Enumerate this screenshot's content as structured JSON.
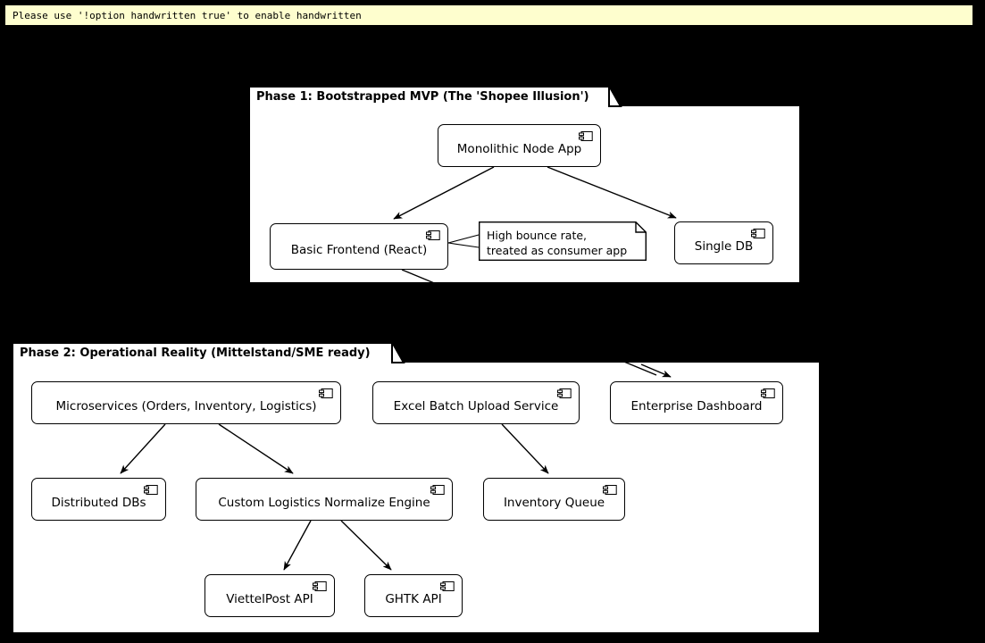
{
  "banner": {
    "text": "Please use '!option handwritten true' to enable handwritten",
    "bg_color": "#FEFECE",
    "border_color": "#000000"
  },
  "diagram": {
    "type": "uml-component-diagram",
    "background_color": "#000000",
    "node_fill": "#FFFFFF",
    "line_color": "#000000",
    "packages": [
      {
        "id": "phase1",
        "title": "Phase 1: Bootstrapped MVP (The 'Shopee Illusion')",
        "components": [
          {
            "id": "monolith",
            "label": "Monolithic Node App"
          },
          {
            "id": "frontend",
            "label": "Basic Frontend (React)"
          },
          {
            "id": "singledb",
            "label": "Single DB"
          }
        ],
        "notes": [
          {
            "id": "bounce-note",
            "line1": "High bounce rate,",
            "line2": "treated as consumer app",
            "attached_to": "frontend"
          }
        ]
      },
      {
        "id": "phase2",
        "title": "Phase 2: Operational Reality (Mittelstand/SME ready)",
        "components": [
          {
            "id": "microservices",
            "label": "Microservices (Orders, Inventory, Logistics)"
          },
          {
            "id": "excel",
            "label": "Excel Batch Upload Service"
          },
          {
            "id": "dashboard",
            "label": "Enterprise Dashboard"
          },
          {
            "id": "distributeddbs",
            "label": "Distributed DBs"
          },
          {
            "id": "normalize",
            "label": "Custom Logistics Normalize Engine"
          },
          {
            "id": "invqueue",
            "label": "Inventory Queue"
          },
          {
            "id": "viettelpost",
            "label": "ViettelPost API"
          },
          {
            "id": "ghtk",
            "label": "GHTK API"
          }
        ],
        "notes": []
      }
    ],
    "edges": [
      {
        "from": "monolith",
        "to": "frontend"
      },
      {
        "from": "monolith",
        "to": "singledb"
      },
      {
        "from": "frontend",
        "to": "dashboard"
      },
      {
        "from": "microservices",
        "to": "distributeddbs"
      },
      {
        "from": "microservices",
        "to": "normalize"
      },
      {
        "from": "excel",
        "to": "invqueue"
      },
      {
        "from": "normalize",
        "to": "viettelpost"
      },
      {
        "from": "normalize",
        "to": "ghtk"
      }
    ]
  }
}
